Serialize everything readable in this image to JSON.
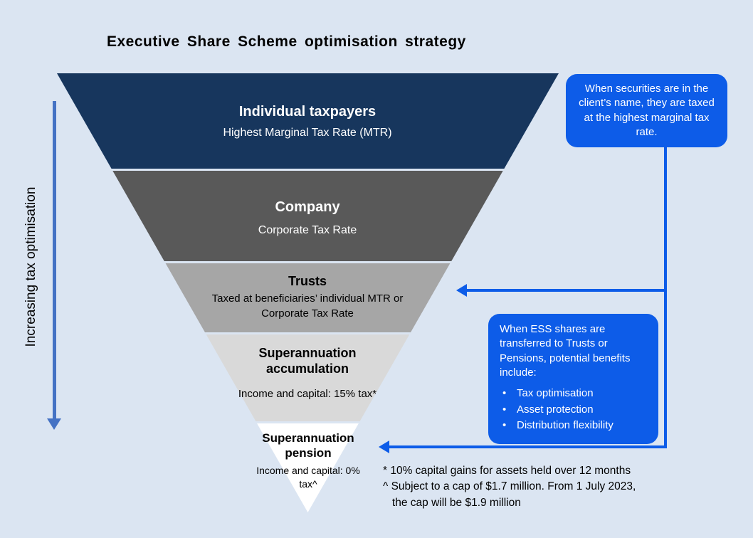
{
  "title": "Executive Share Scheme optimisation strategy",
  "axis": {
    "label": "Increasing tax optimisation",
    "color": "#4472c4"
  },
  "funnel": {
    "layers": [
      {
        "name": "Individual taxpayers",
        "subtitle": "Highest Marginal Tax Rate (MTR)",
        "color": "#17365d"
      },
      {
        "name": "Company",
        "subtitle": "Corporate Tax Rate",
        "color": "#595959"
      },
      {
        "name": "Trusts",
        "subtitle": "Taxed at beneficiaries’ individual MTR or Corporate Tax Rate",
        "color": "#a6a6a6"
      },
      {
        "name": "Superannuation accumulation",
        "subtitle": "Income and capital: 15% tax*",
        "color": "#d9d9d9"
      },
      {
        "name": "Superannuation pension",
        "subtitle": "Income and capital: 0% tax^",
        "color": "#ffffff"
      }
    ]
  },
  "callouts": {
    "securities": {
      "text": "When securities are in the client’s name, they are taxed at the highest marginal tax rate.",
      "color": "#0d5ce8"
    },
    "ess": {
      "intro": "When ESS shares are transferred to Trusts or Pensions, potential benefits include:",
      "bullet_glyph": "•",
      "bullets": [
        "Tax optimisation",
        "Asset protection",
        "Distribution flexibility"
      ],
      "color": "#0d5ce8"
    }
  },
  "footnotes": {
    "star": "* 10% capital gains for assets held over 12 months",
    "caret": "^ Subject to a cap of $1.7 million. From 1 July 2023,\n   the cap will be $1.9 million"
  },
  "colors": {
    "background": "#dbe5f2",
    "connector_blue": "#0d5ce8",
    "axis_blue": "#4472c4",
    "title_text": "#000000"
  }
}
